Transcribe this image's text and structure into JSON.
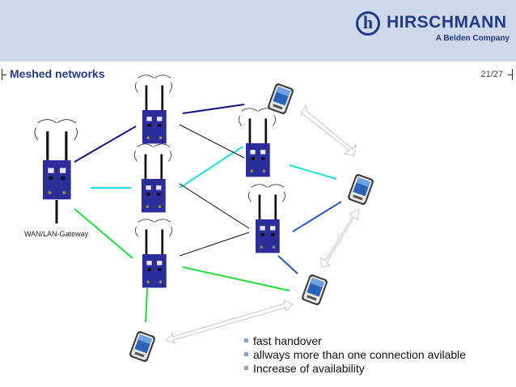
{
  "header": {
    "logo_name": "HIRSCHMANN",
    "logo_sub": "A Belden Company",
    "logo_icon": "hirschmann-h-logo"
  },
  "slide": {
    "title": "Meshed networks",
    "page": "21/27"
  },
  "diagram": {
    "gateway_label": "WAN/LAN-Gateway",
    "colors": {
      "device_blue": "#2b2d9a",
      "link_darkblue": "#14148c",
      "link_cyan": "#1fe0e0",
      "link_green": "#22e03a",
      "link_black": "#111111",
      "link_medblue": "#2a54d0",
      "roaming_arrow": "#cfcfcf"
    }
  },
  "bullets": [
    "fast handover",
    "allways more than one connection avilable",
    "Increase of availability"
  ]
}
